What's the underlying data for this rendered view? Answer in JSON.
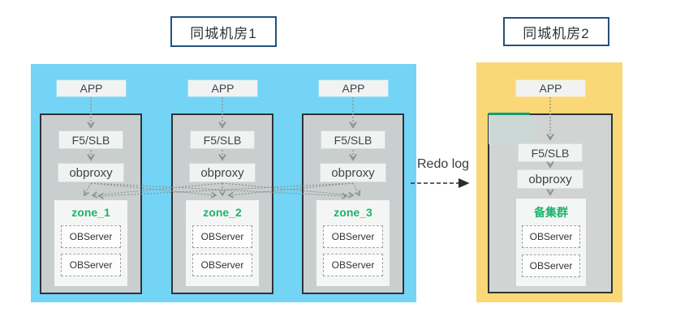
{
  "dc1": {
    "title": "同城机房1",
    "columns": [
      {
        "app": "APP",
        "slb": "F5/SLB",
        "proxy": "obproxy",
        "zone": "zone_1",
        "servers": [
          "OBServer",
          "OBServer"
        ]
      },
      {
        "app": "APP",
        "slb": "F5/SLB",
        "proxy": "obproxy",
        "zone": "zone_2",
        "servers": [
          "OBServer",
          "OBServer"
        ]
      },
      {
        "app": "APP",
        "slb": "F5/SLB",
        "proxy": "obproxy",
        "zone": "zone_3",
        "servers": [
          "OBServer",
          "OBServer"
        ]
      }
    ]
  },
  "dc2": {
    "title": "同城机房2",
    "app": "APP",
    "slb": "F5/SLB",
    "proxy": "obproxy",
    "cluster": "备集群",
    "servers": [
      "OBServer",
      "OBServer"
    ]
  },
  "link": {
    "label": "Redo log"
  },
  "colors": {
    "dc1_bg": "#74d4f5",
    "dc2_bg": "#fbd877",
    "panel_bg": "#c9cfce",
    "zone_text_green": "#1db36b",
    "title_border_blue": "#24517c",
    "accent_teal": "#0f9e78",
    "arrow_gray": "#8a8f90"
  }
}
